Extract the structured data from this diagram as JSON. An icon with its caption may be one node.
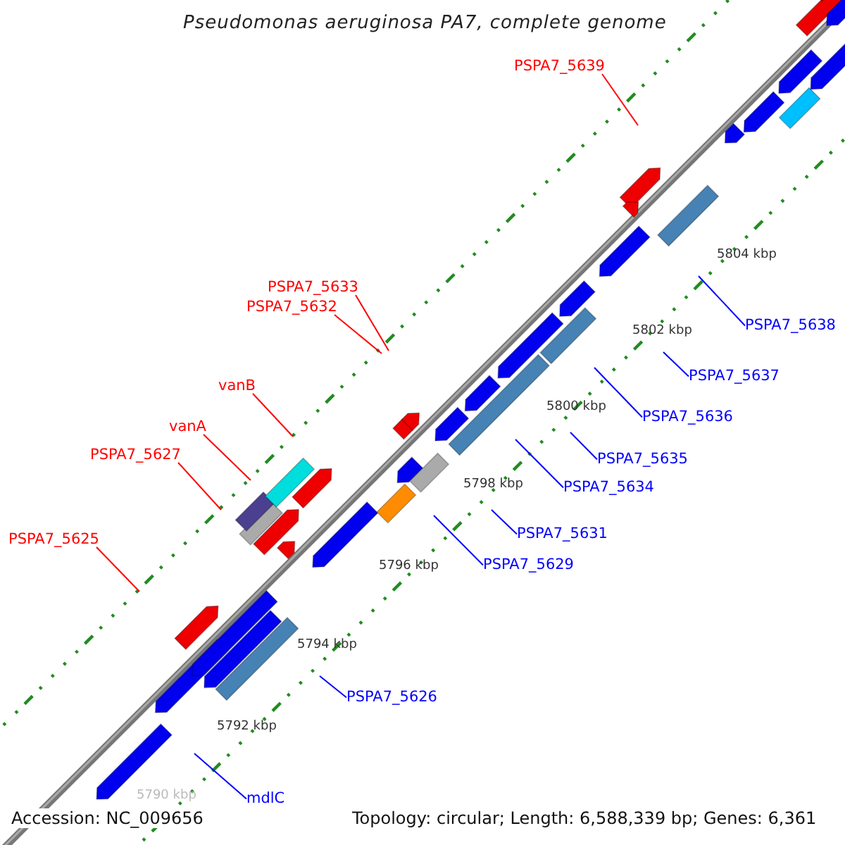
{
  "diagram": {
    "title": "Pseudomonas aeruginosa PA7, complete genome",
    "nodes": [
      {
        "text": [
          "PSPA7_5639"
        ]
      },
      {
        "text": [
          "PSPA7_5633"
        ]
      },
      {
        "text": [
          "PSPA7_5632"
        ]
      },
      {
        "text": [
          "PSPA7_5638"
        ]
      },
      {
        "text": [
          "PSPA7_5637"
        ]
      },
      {
        "text": [
          "vanB"
        ]
      },
      {
        "text": [
          "PSPA7_5636"
        ]
      },
      {
        "text": [
          "vanA"
        ]
      },
      {
        "text": [
          "PSPA7_5627"
        ]
      },
      {
        "text": [
          "PSPA7_5635"
        ]
      },
      {
        "text": [
          "PSPA7_5634"
        ]
      },
      {
        "text": [
          "PSPA7_5631"
        ]
      },
      {
        "text": [
          "PSPA7_5625"
        ]
      },
      {
        "text": [
          "PSPA7_5629"
        ]
      },
      {
        "text": [
          "PSPA7_5626"
        ]
      },
      {
        "text": [
          "mdlC"
        ]
      }
    ],
    "edges": [
      {
        "from": 0,
        "to": null,
        "arrow": "none",
        "color": "#ff0000"
      },
      {
        "from": 1,
        "to": null,
        "arrow": "none",
        "color": "#ff0000"
      },
      {
        "from": 2,
        "to": null,
        "arrow": "none",
        "color": "#ff0000"
      },
      {
        "from": 3,
        "to": null,
        "arrow": "none"
      },
      {
        "from": 4,
        "to": null,
        "arrow": "none"
      },
      {
        "from": 5,
        "to": null,
        "arrow": "none",
        "color": "#ff0000"
      },
      {
        "from": 6,
        "to": null,
        "arrow": "none"
      },
      {
        "from": 7,
        "to": null,
        "arrow": "none",
        "color": "#ff0000"
      },
      {
        "from": 8,
        "to": null,
        "arrow": "none",
        "color": "#ff0000"
      },
      {
        "from": 9,
        "to": null,
        "arrow": "none"
      },
      {
        "from": 10,
        "to": null,
        "arrow": "none"
      },
      {
        "from": 11,
        "to": null,
        "arrow": "none"
      },
      {
        "from": 12,
        "to": null,
        "arrow": "none",
        "color": "#ff0000"
      },
      {
        "from": 13,
        "to": null,
        "arrow": "none"
      },
      {
        "from": 14,
        "to": null,
        "arrow": "none"
      },
      {
        "from": 15,
        "to": null,
        "arrow": "none"
      }
    ],
    "labels": [
      "5804 kbp",
      "5802 kbp",
      "5800 kbp",
      "5798 kbp",
      "5796 kbp",
      "5794 kbp",
      "5792 kbp",
      "5790 kbp",
      "Accession: NC_009656",
      "Topology: circular; Length: 6,588,339 bp; Genes: 6,361"
    ]
  }
}
